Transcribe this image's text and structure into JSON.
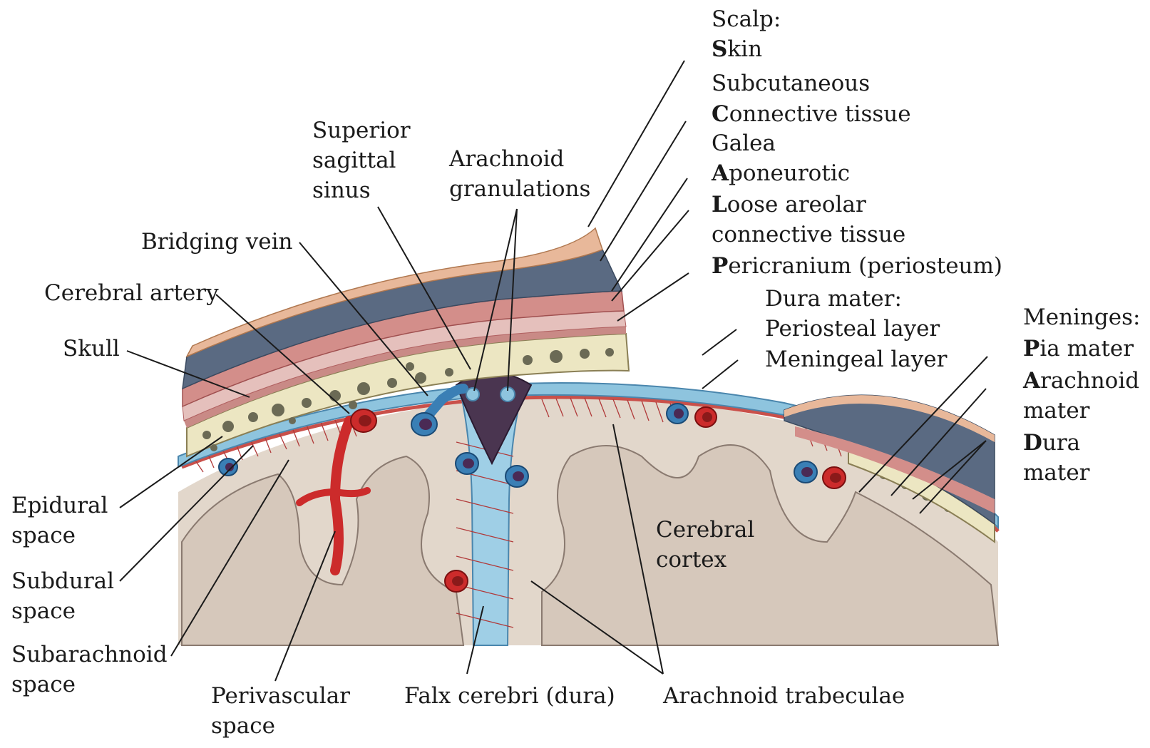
{
  "labels": {
    "scalp_heading": "Scalp:",
    "skin_initial": "S",
    "skin_rest": "kin",
    "subcutaneous": "Subcutaneous",
    "connective_initial": "C",
    "connective_rest": "onnective tissue",
    "galea": "Galea",
    "aponeurotic_initial": "A",
    "aponeurotic_rest": "poneurotic",
    "loose_initial": "L",
    "loose_rest": "oose areolar",
    "loose_line2": "connective tissue",
    "pericranium_initial": "P",
    "pericranium_rest": "ericranium (periosteum)",
    "superior_sagittal_sinus": [
      "Superior",
      "sagittal",
      "sinus"
    ],
    "arachnoid_granulations": [
      "Arachnoid",
      "granulations"
    ],
    "bridging_vein": "Bridging vein",
    "cerebral_artery": "Cerebral artery",
    "skull": "Skull",
    "dura_mater_heading": "Dura mater:",
    "periosteal_layer": "Periosteal layer",
    "meningeal_layer": "Meningeal layer",
    "meninges_heading": "Meninges:",
    "pia_initial": "P",
    "pia_rest": "ia mater",
    "arachnoid_mater_initial": "A",
    "arachnoid_mater_rest": "rachnoid",
    "arachnoid_mater_line2": "mater",
    "dura_initial": "D",
    "dura_rest": "ura",
    "dura_line2": "mater",
    "epidural_space": [
      "Epidural",
      "space"
    ],
    "subdural_space": [
      "Subdural",
      "space"
    ],
    "subarachnoid_space": [
      "Subarachnoid",
      "space"
    ],
    "perivascular_space": [
      "Perivascular",
      "space"
    ],
    "cerebral_cortex": [
      "Cerebral",
      "cortex"
    ],
    "falx_cerebri": "Falx cerebri (dura)",
    "arachnoid_trabeculae": "Arachnoid trabeculae"
  },
  "colors": {
    "skin": "#e8b89a",
    "subcutaneous": "#5a6a82",
    "galea": "#c98a86",
    "skull": "#ece6c2",
    "skull_dots": "#6b6a55",
    "dura": "#8ec4de",
    "dura_dark": "#4a86ad",
    "artery": "#cc2b2b",
    "vein": "#3a7fb5",
    "cortex": "#d9cdc2",
    "sinus": "#4a3550",
    "leader": "#1a1a1a"
  }
}
